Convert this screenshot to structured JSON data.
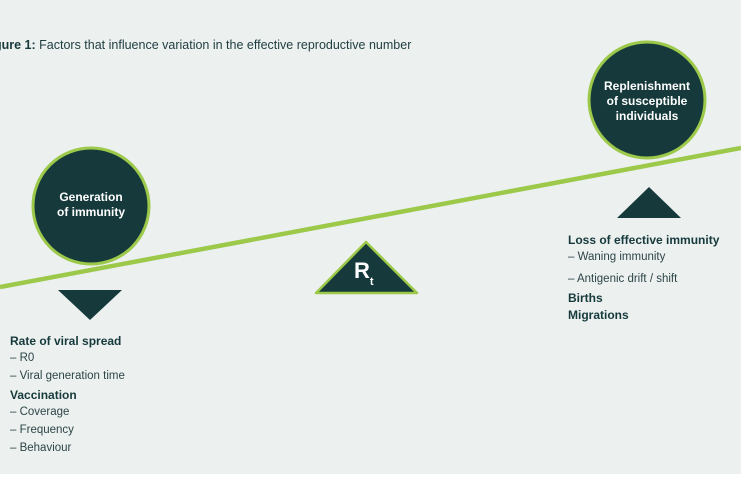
{
  "caption": {
    "prefix": "gure 1:",
    "text": " Factors that influence variation in the effective reproductive number"
  },
  "left_circle": {
    "line1": "Generation",
    "line2": "of immunity"
  },
  "right_circle": {
    "line1": "Replenishment",
    "line2": "of susceptible",
    "line3": "individuals"
  },
  "fulcrum": {
    "symbol": "R",
    "subscript": "t"
  },
  "left_list": {
    "heading1": "Rate of viral spread",
    "item1": "– R0",
    "item2": "– Viral generation time",
    "heading2": "Vaccination",
    "item3": "– Coverage",
    "item4": "– Frequency",
    "item5": "– Behaviour"
  },
  "right_list": {
    "heading1": "Loss of effective immunity",
    "item1": "– Waning immunity",
    "item2": "– Antigenic drift / shift",
    "heading2": "Births",
    "heading3": "Migrations"
  },
  "colors": {
    "panel": "#ecf0ef",
    "dark_teal": "#163a3c",
    "lime_line": "#9cc94a"
  }
}
